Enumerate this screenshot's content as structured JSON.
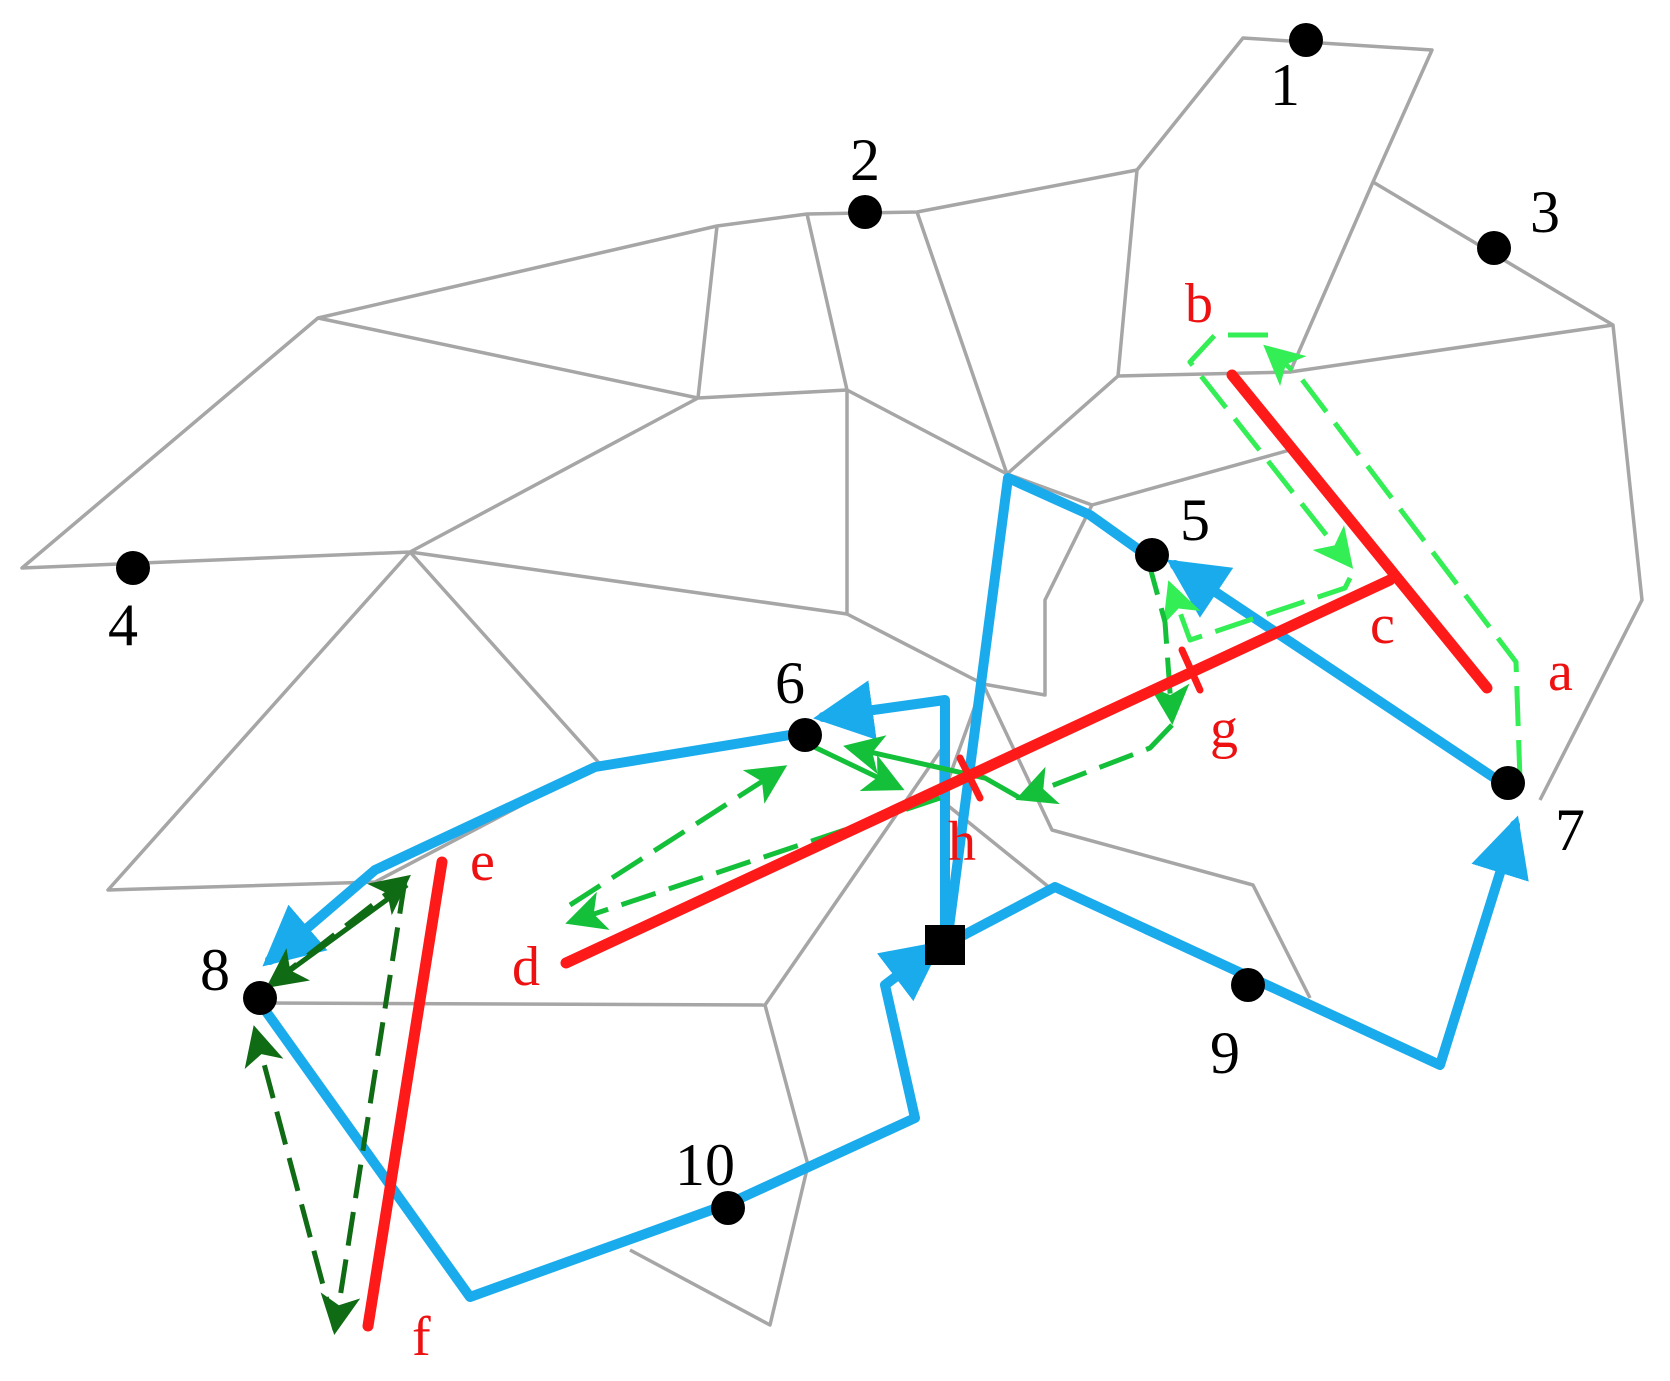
{
  "colors": {
    "grid": "#a6a6a6",
    "route": "#1aabec",
    "obstacle": "#ff1a1a",
    "path_light": "#33ee55",
    "path_mid": "#14c03a",
    "path_dark": "#0f6b14",
    "node": "#000000",
    "letter": "#ee1111"
  },
  "nodes": [
    {
      "id": "node-1",
      "label": "1"
    },
    {
      "id": "node-2",
      "label": "2"
    },
    {
      "id": "node-3",
      "label": "3"
    },
    {
      "id": "node-4",
      "label": "4"
    },
    {
      "id": "node-5",
      "label": "5"
    },
    {
      "id": "node-6",
      "label": "6"
    },
    {
      "id": "node-7",
      "label": "7"
    },
    {
      "id": "node-8",
      "label": "8"
    },
    {
      "id": "node-9",
      "label": "9"
    },
    {
      "id": "node-10",
      "label": "10"
    }
  ],
  "points": [
    {
      "id": "a",
      "label": "a"
    },
    {
      "id": "b",
      "label": "b"
    },
    {
      "id": "c",
      "label": "c"
    },
    {
      "id": "d",
      "label": "d"
    },
    {
      "id": "e",
      "label": "e"
    },
    {
      "id": "f",
      "label": "f"
    },
    {
      "id": "g",
      "label": "g"
    },
    {
      "id": "h",
      "label": "h"
    }
  ],
  "start_marker": "square"
}
